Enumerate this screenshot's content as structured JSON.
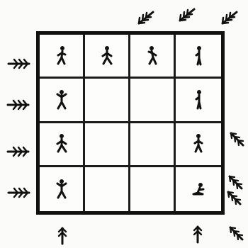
{
  "board": {
    "rows": 4,
    "cols": 4,
    "cells": [
      [
        {
          "piece": "figure-walking-left"
        },
        {
          "piece": "figure-walking"
        },
        {
          "piece": "figure-walking-right"
        },
        {
          "piece": "figure-standing-thin"
        }
      ],
      [
        {
          "piece": "figure-arms-raised"
        },
        {
          "piece": null
        },
        {
          "piece": null
        },
        {
          "piece": "figure-standing-thin"
        }
      ],
      [
        {
          "piece": "figure-walking"
        },
        {
          "piece": null
        },
        {
          "piece": null
        },
        {
          "piece": "figure-standing-wide"
        }
      ],
      [
        {
          "piece": "figure-arms-raised"
        },
        {
          "piece": null
        },
        {
          "piece": null
        },
        {
          "piece": "figure-crouching"
        }
      ]
    ]
  },
  "markers": {
    "top_right_arrows": 3,
    "left_arrows": 4,
    "right_arrows": 4,
    "bottom_arrows": 2
  },
  "colors": {
    "ink": "#111111",
    "paper": "#fbfbf9"
  }
}
